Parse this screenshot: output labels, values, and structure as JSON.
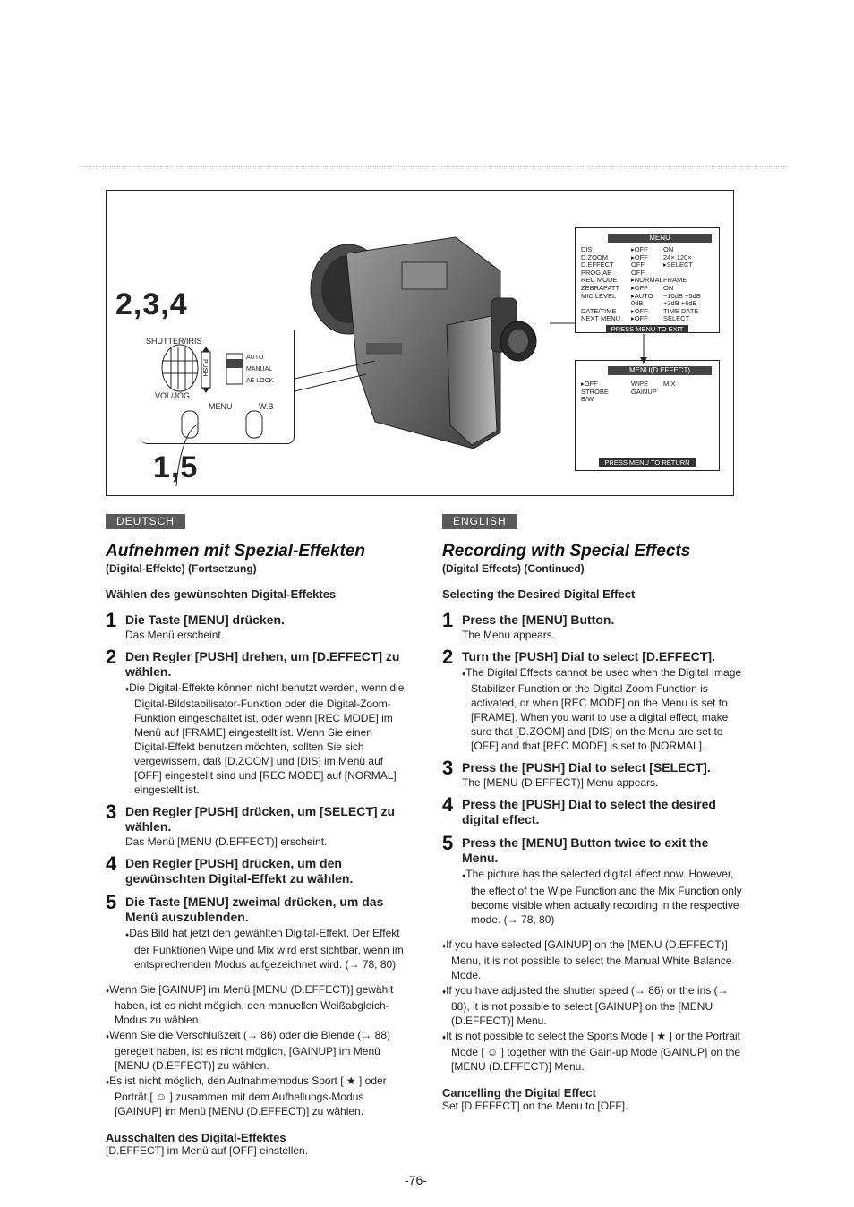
{
  "figure": {
    "label_top": "2,3,4",
    "label_bottom": "1,5",
    "shutter_iris": "SHUTTER/IRIS",
    "push": "PUSH",
    "auto": "AUTO",
    "manual": "MANUAL",
    "ae_lock": "AE LOCK",
    "vol_jog": "VOL/JOG",
    "menu": "MENU",
    "wb": "W.B",
    "menu_screen": {
      "header": "MENU",
      "rows": [
        [
          "DIS",
          "▸OFF",
          "ON"
        ],
        [
          "D.ZOOM",
          "▸OFF",
          "24×   120×"
        ],
        [
          "D.EFFECT",
          "OFF",
          "▸SELECT"
        ],
        [
          "PROG.AE",
          "OFF",
          ""
        ],
        [
          "REC MODE",
          "▸NORMAL",
          "FRAME"
        ],
        [
          "ZEBRAPATT",
          "▸OFF",
          "ON"
        ],
        [
          "MIC LEVEL",
          "▸AUTO",
          "−10dB −5dB"
        ],
        [
          "",
          "0dB",
          "+3dB  +6dB"
        ],
        [
          "DATE/TIME",
          "▸OFF",
          "TIME  DATE"
        ],
        [
          "NEXT MENU",
          "▸OFF",
          "SELECT"
        ]
      ],
      "footer": "PRESS MENU TO EXIT"
    },
    "submenu_screen": {
      "header": "MENU(D.EFFECT)",
      "rows": [
        [
          "▸OFF",
          "WIPE",
          "MIX"
        ],
        [
          "STROBE",
          "GAINUP",
          ""
        ],
        [
          "B/W",
          "",
          ""
        ]
      ],
      "footer": "PRESS MENU TO RETURN"
    }
  },
  "de": {
    "lang": "DEUTSCH",
    "title": "Aufnehmen mit Spezial-Effekten",
    "subtitle": "(Digital-Effekte) (Fortsetzung)",
    "section": "Wählen des gewünschten Digital-Effektes",
    "steps": [
      {
        "num": "1",
        "head": "Die Taste [MENU] drücken.",
        "desc": "Das Menü erscheint."
      },
      {
        "num": "2",
        "head": "Den Regler [PUSH] drehen, um [D.EFFECT] zu wählen.",
        "desc": "Die Digital-Effekte können nicht benutzt werden, wenn die Digital-Bildstabilisator-Funktion oder die Digital-Zoom-Funktion eingeschaltet ist, oder wenn [REC MODE] im Menü auf [FRAME] eingestellt ist. Wenn Sie einen Digital-Effekt benutzen möchten, sollten Sie sich vergewissem, daß [D.ZOOM] und [DIS] im Menü auf [OFF] eingestellt sind und [REC MODE] auf [NORMAL] eingestellt ist."
      },
      {
        "num": "3",
        "head": "Den Regler [PUSH] drücken, um [SELECT] zu wählen.",
        "desc": "Das Menü [MENU (D.EFFECT)] erscheint."
      },
      {
        "num": "4",
        "head": "Den Regler [PUSH] drücken, um den gewünschten Digital-Effekt zu wählen.",
        "desc": ""
      },
      {
        "num": "5",
        "head": "Die Taste [MENU] zweimal drücken, um das Menü auszublenden.",
        "desc": "Das Bild hat jetzt den gewählten Digital-Effekt. Der Effekt der Funktionen Wipe und Mix wird erst sichtbar, wenn im entsprechenden Modus aufgezeichnet wird. (→ 78, 80)"
      }
    ],
    "notes": [
      "Wenn Sie [GAINUP] im Menü [MENU (D.EFFECT)] gewählt haben, ist es nicht möglich, den manuellen Weißabgleich-Modus zu wählen.",
      "Wenn Sie die Verschlußzeit (→ 86) oder die Blende (→ 88) geregelt haben, ist es nicht möglich, [GAINUP] im Menü [MENU (D.EFFECT)] zu wählen.",
      "Es ist nicht möglich, den Aufnahmemodus Sport [ ★ ] oder Porträt [ ☺ ] zusammen mit dem Aufhellungs-Modus [GAINUP] im Menü [MENU (D.EFFECT)] zu wählen."
    ],
    "cancel_head": "Ausschalten des Digital-Effektes",
    "cancel_body": "[D.EFFECT] im Menü auf [OFF] einstellen."
  },
  "en": {
    "lang": "ENGLISH",
    "title": "Recording with Special Effects",
    "subtitle": "(Digital Effects) (Continued)",
    "section": "Selecting the Desired Digital Effect",
    "steps": [
      {
        "num": "1",
        "head": "Press the [MENU] Button.",
        "desc": "The Menu appears."
      },
      {
        "num": "2",
        "head": "Turn the [PUSH] Dial to select [D.EFFECT].",
        "desc": "The Digital Effects cannot be used when the Digital Image Stabilizer Function or the Digital Zoom Function is activated, or when [REC MODE] on the Menu is set to [FRAME]. When you want to use a digital effect, make sure that [D.ZOOM] and [DIS] on the Menu are set to [OFF] and that [REC MODE] is set to [NORMAL]."
      },
      {
        "num": "3",
        "head": "Press the [PUSH] Dial to select [SELECT].",
        "desc": "The [MENU (D.EFFECT)] Menu appears."
      },
      {
        "num": "4",
        "head": "Press the [PUSH] Dial to select the desired digital effect.",
        "desc": ""
      },
      {
        "num": "5",
        "head": "Press the [MENU] Button twice to exit the Menu.",
        "desc": "The picture has the selected digital effect now. However, the effect of the Wipe Function and the Mix Function only become visible when actually recording in the respective mode. (→ 78, 80)"
      }
    ],
    "notes": [
      "If you have selected [GAINUP] on the [MENU (D.EFFECT)] Menu, it is not possible to select the Manual White Balance Mode.",
      "If you have adjusted the shutter speed (→ 86) or the iris (→ 88), it is not possible to select [GAINUP] on the [MENU (D.EFFECT)] Menu.",
      "It is not possible to select the Sports Mode [ ★ ] or the Portrait Mode [ ☺ ] together with the Gain-up Mode [GAINUP] on the [MENU (D.EFFECT)] Menu."
    ],
    "cancel_head": "Cancelling the Digital Effect",
    "cancel_body": "Set [D.EFFECT] on the Menu to [OFF]."
  },
  "page_number": "-76-"
}
